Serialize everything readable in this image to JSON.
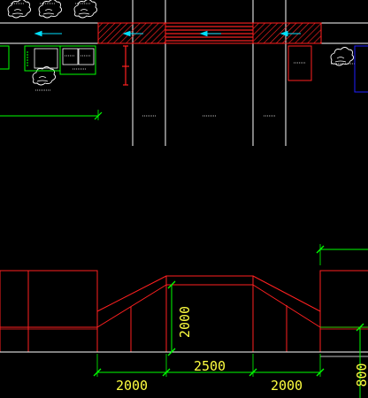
{
  "colors": {
    "background": "#000000",
    "white": "#ffffff",
    "red": "#ff2020",
    "green": "#00ff00",
    "yellow": "#ffff40",
    "cyan": "#00e0ff",
    "blue": "#2020ff"
  },
  "plan": {
    "tree_symbols": [
      "tree-symbol",
      "tree-symbol",
      "tree-symbol",
      "tree-symbol",
      "tree-symbol"
    ],
    "flow_arrows": [
      "cyan-arrow",
      "cyan-arrow",
      "cyan-arrow",
      "cyan-arrow"
    ],
    "crossing": "hatched-crosswalk"
  },
  "section": {
    "dimensions": {
      "ramp_height": "2000",
      "top_width": "2500",
      "left_ramp": "2000",
      "right_ramp": "2000",
      "right_edge": "800"
    }
  }
}
